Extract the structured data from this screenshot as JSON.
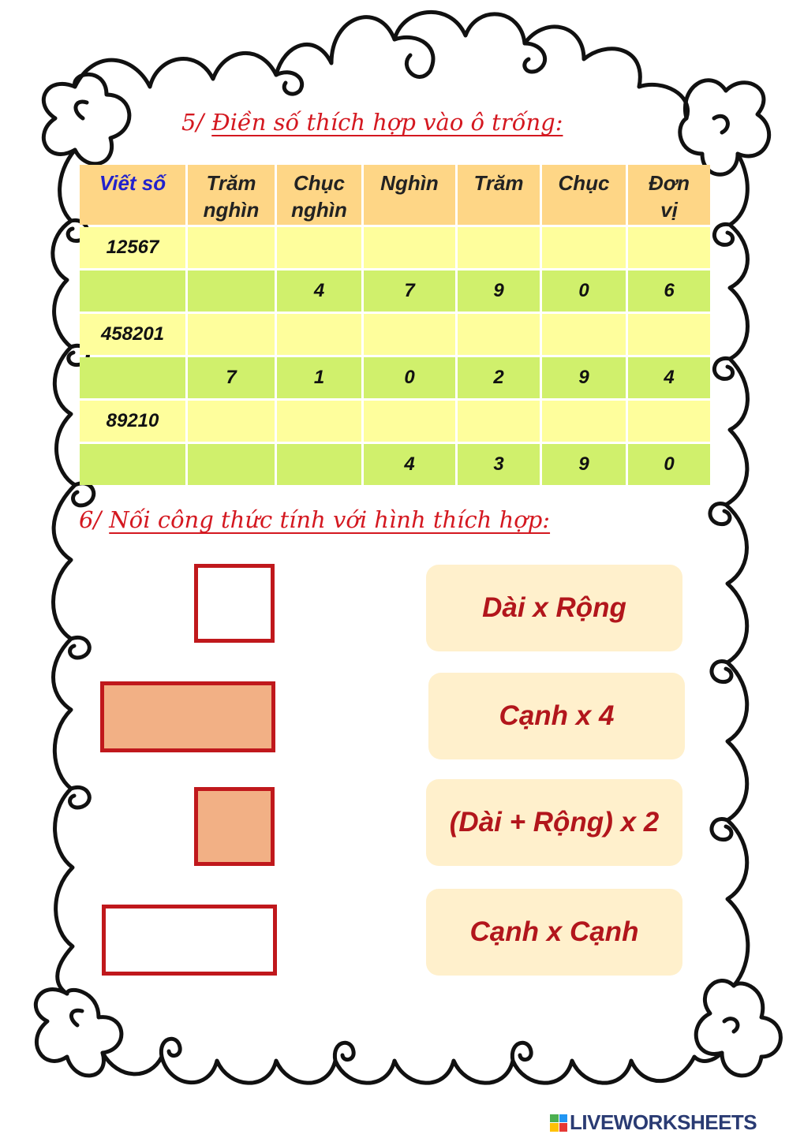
{
  "exercise5": {
    "number": "5/",
    "title": "Điền số thích hợp vào ô trống:",
    "headers": [
      [
        "Viết số"
      ],
      [
        "Trăm",
        "nghìn"
      ],
      [
        "Chục",
        "nghìn"
      ],
      [
        "Nghìn"
      ],
      [
        "Trăm"
      ],
      [
        "Chục"
      ],
      [
        "Đơn",
        "vị"
      ]
    ],
    "rows": [
      [
        "12567",
        "",
        "",
        "",
        "",
        "",
        ""
      ],
      [
        "",
        "",
        "4",
        "7",
        "9",
        "0",
        "6"
      ],
      [
        "458201",
        "",
        "",
        "",
        "",
        "",
        ""
      ],
      [
        "",
        "7",
        "1",
        "0",
        "2",
        "9",
        "4"
      ],
      [
        "89210",
        "",
        "",
        "",
        "",
        "",
        ""
      ],
      [
        "",
        "",
        "",
        "4",
        "3",
        "9",
        "0"
      ]
    ]
  },
  "exercise6": {
    "number": "6/",
    "title": "Nối công thức tính với hình thích hợp:",
    "formulas": [
      "Dài x Rộng",
      "Cạnh x 4",
      "(Dài + Rộng) x 2",
      "Cạnh x Cạnh"
    ]
  },
  "footer": {
    "brand": "LIVEWORKSHEETS",
    "logo_colors": [
      "#4caf50",
      "#2196f3",
      "#ffc107",
      "#e53935"
    ]
  },
  "colors": {
    "title_red": "#d41820",
    "header_fill": "#fed686",
    "row_yellow": "#fefe9c",
    "row_green": "#d0f06c",
    "shape_border": "#c0181c",
    "shape_fill": "#f2b085",
    "formula_fill": "#fff0cc",
    "formula_text": "#b2161c"
  }
}
